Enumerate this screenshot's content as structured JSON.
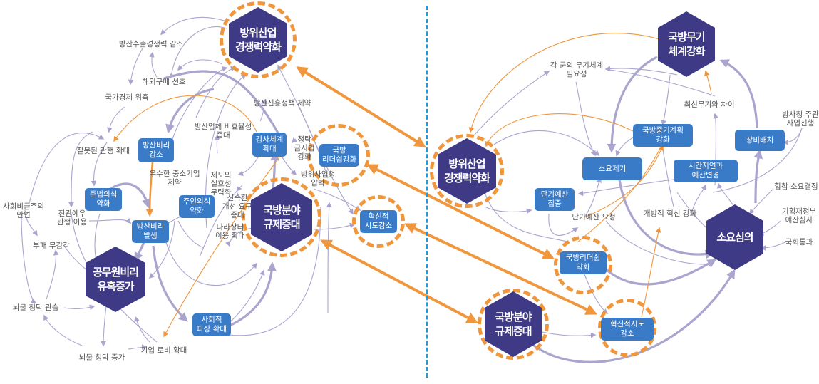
{
  "title": "국방 분야 인과순환 다이어그램",
  "colors": {
    "hexagon": "#3f3a86",
    "box": "#3a7bc8",
    "ring": "#f0963c",
    "arrow_main": "#a9a5cf",
    "arrow_orange": "#f0963c",
    "divider": "#1e9be0",
    "label": "#555555"
  },
  "left_panel": {
    "hexagons": {
      "defense_industry": "방위산업\n경쟁력약화",
      "regulation": "국방분야\n규제증대",
      "official_corruption": "공무원비리\n유혹증가"
    },
    "boxes": {
      "corruption_decrease": "방산비리\n감소",
      "audit_expand": "감사체계\n확대",
      "leadership_strengthen": "국방\n리더쉽강화",
      "compliance_weak": "준법의식\n약화",
      "ownership_weak": "주인의식\n약화",
      "corruption_occur": "방산비리\n발생",
      "innovation_decrease": "혁신적\n시도감소",
      "social_ripple": "사회적\n파장 확대"
    },
    "labels": {
      "export_decline": "방산수출경쟁력 감소",
      "foreign_pref": "해외구매 선호",
      "economy_shrink": "국가경제 위축",
      "promotion_limit": "방산진흥정책 제약",
      "inefficiency": "방산업체 비효율성\n증대",
      "wrong_practice": "잘못된 관행 확대",
      "sme_limit": "우수한 중소기업\n제약",
      "system_ineffective": "제도의\n실효성\n무력화",
      "solicitation_law": "청탁\n금지법\n강화",
      "dapa_pressure": "방위사업청\n압박",
      "quick_fix": "신속한\n개선 요구\n증대",
      "narajangteo": "나라장터\n이용 확대",
      "favoritism": "사회비금주의\n만연",
      "revolving_door": "전관예우\n관행 이용",
      "insensitivity": "부패 무감각",
      "bribery_custom": "뇌물 청탁 관습",
      "bribery_increase": "뇌물 청탁 증가",
      "lobby_expand": "기업 로비 확대"
    }
  },
  "right_panel": {
    "hexagons": {
      "weapon_strengthen": "국방무기\n체계강화",
      "defense_industry": "방위산업\n경쟁력약화",
      "requirement_review": "소요심의",
      "regulation": "국방분야\n규제증대"
    },
    "boxes": {
      "midterm_plan": "국방중기계획\n강화",
      "requirement_raise": "소요제기",
      "delay_budget": "시간지연과\n예산변경",
      "deployment": "장비배치",
      "short_budget": "단기예산\n집중",
      "leadership_weak": "국방리더쉽\n약화",
      "innovation_decrease": "혁신적시도\n감소"
    },
    "labels": {
      "service_need": "각 군의 무기체계\n필요성",
      "latest_gap": "최신무기와 차이",
      "dapa_project": "방사청 주관\n사업진행",
      "jcs_decision": "합참 소요결정",
      "mosf_review": "기획재정부\n예산심사",
      "assembly_pass": "국회통과",
      "short_budget_request": "단기예산 요청",
      "open_innovation": "개방적 혁신 강화"
    }
  }
}
